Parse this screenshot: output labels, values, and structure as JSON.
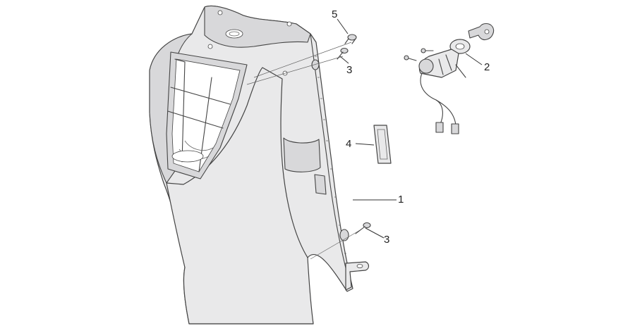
{
  "callouts": [
    {
      "id": "callout-1",
      "label": "1"
    },
    {
      "id": "callout-2",
      "label": "2"
    },
    {
      "id": "callout-3-top",
      "label": "3"
    },
    {
      "id": "callout-3-bottom",
      "label": "3"
    },
    {
      "id": "callout-4",
      "label": "4"
    },
    {
      "id": "callout-5",
      "label": "5"
    }
  ]
}
